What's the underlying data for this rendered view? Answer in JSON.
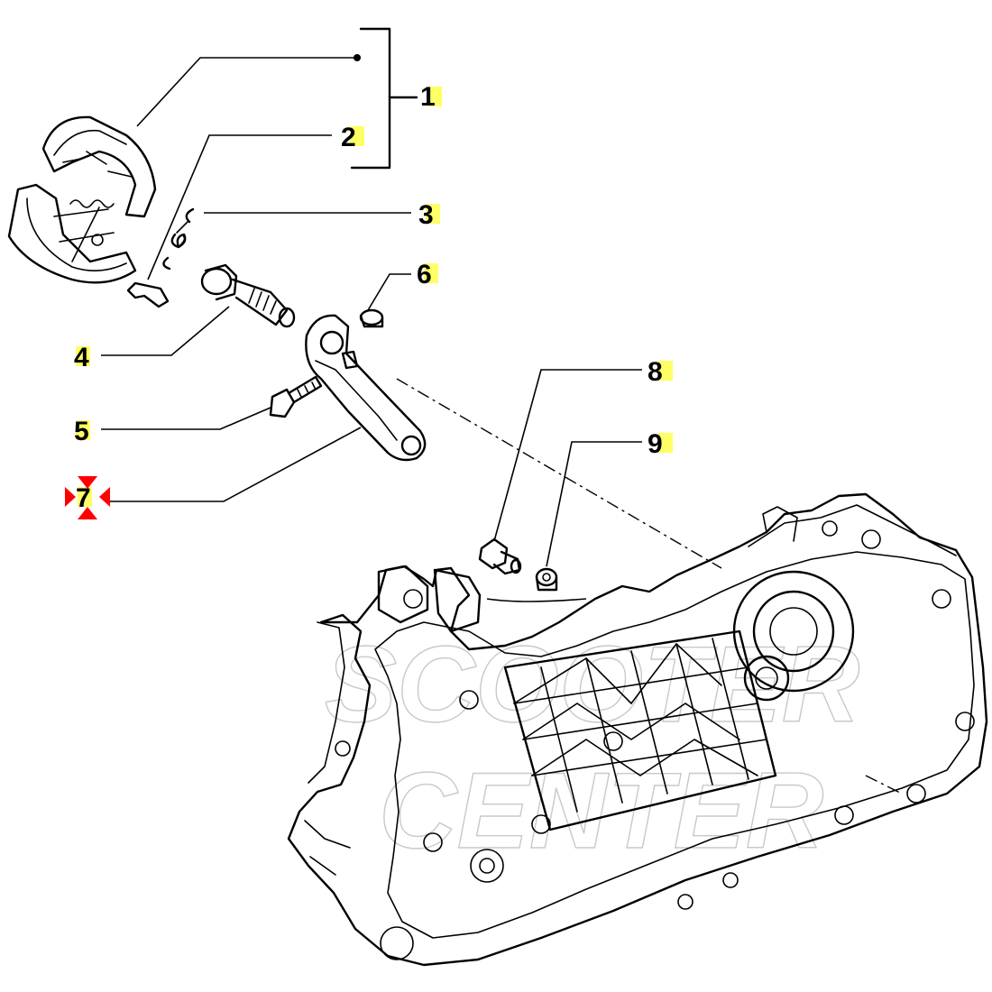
{
  "diagram": {
    "callouts": [
      {
        "id": "1",
        "label": "1"
      },
      {
        "id": "2",
        "label": "2"
      },
      {
        "id": "3",
        "label": "3"
      },
      {
        "id": "4",
        "label": "4"
      },
      {
        "id": "5",
        "label": "5"
      },
      {
        "id": "6",
        "label": "6"
      },
      {
        "id": "7",
        "label": "7"
      },
      {
        "id": "8",
        "label": "8"
      },
      {
        "id": "9",
        "label": "9"
      }
    ],
    "watermark_lines": [
      "SCOOTER",
      "CENTER"
    ],
    "colors": {
      "label_highlight": "#ffff66",
      "selected_marker": "#ff0000",
      "ink": "#000000",
      "watermark": "#c9c9c9"
    },
    "selected_callout": "7"
  }
}
